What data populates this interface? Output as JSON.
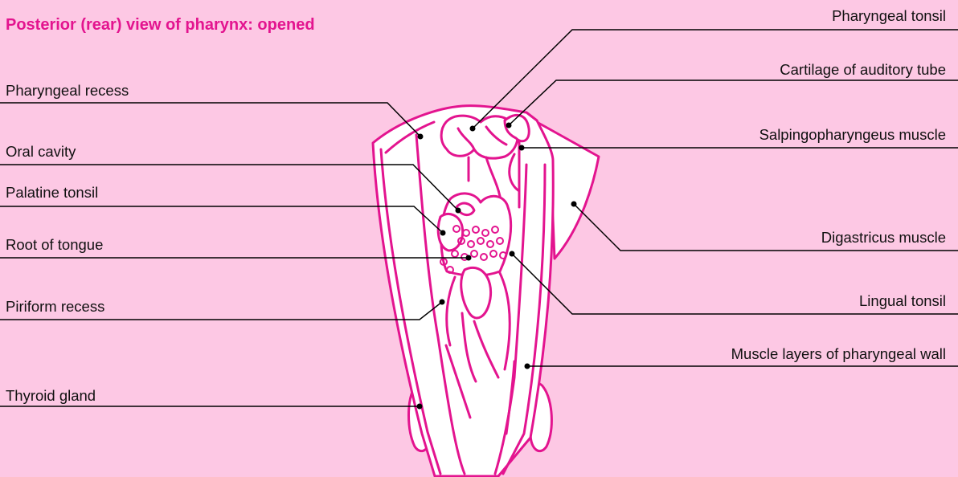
{
  "title": "Posterior (rear) view of pharynx: opened",
  "colors": {
    "background": "#fdc8e4",
    "title": "#e3148f",
    "outline": "#e3148f",
    "fill": "#ffffff",
    "leader": "#000000"
  },
  "labels": {
    "left": [
      "Pharyngeal recess",
      "Oral cavity",
      "Palatine tonsil",
      "Root of tongue",
      "Piriform recess",
      "Thyroid gland"
    ],
    "right": [
      "Pharyngeal tonsil",
      "Cartilage of auditory tube",
      "Salpingopharyngeus muscle",
      "Digastricus muscle",
      "Lingual tonsil",
      "Muscle layers of pharyngeal wall"
    ]
  }
}
